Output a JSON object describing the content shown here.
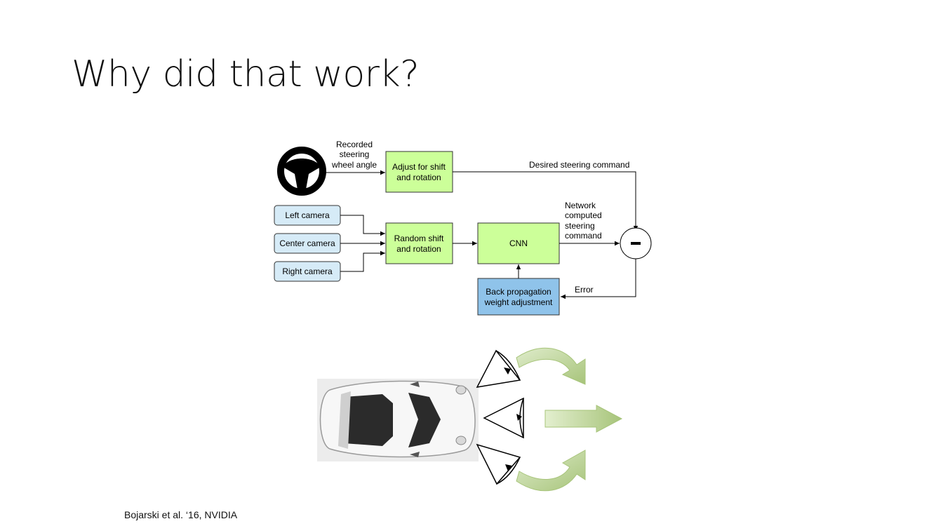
{
  "slide": {
    "title": "Why did that work?",
    "citation": "Bojarski et al. ‘16, NVIDIA"
  },
  "diagram": {
    "nodes": {
      "steering_wheel_icon": "steering-wheel-icon",
      "adjust_box": [
        "Adjust for shift",
        "and rotation"
      ],
      "left_camera": "Left camera",
      "center_camera": "Center camera",
      "right_camera": "Right camera",
      "random_box": [
        "Random shift",
        "and rotation"
      ],
      "cnn_box": "CNN",
      "backprop_box": [
        "Back propagation",
        "weight adjustment"
      ],
      "minus_symbol": "-"
    },
    "labels": {
      "recorded": [
        "Recorded",
        "steering",
        "wheel angle"
      ],
      "desired": "Desired steering command",
      "network": [
        "Network",
        "computed",
        "steering",
        "command"
      ],
      "error": "Error"
    },
    "colors": {
      "green_box": "#ccff99",
      "camera_box": "#d6ebf7",
      "backprop_box": "#8fc3ea",
      "arrow_green": "#a9c77e"
    }
  }
}
